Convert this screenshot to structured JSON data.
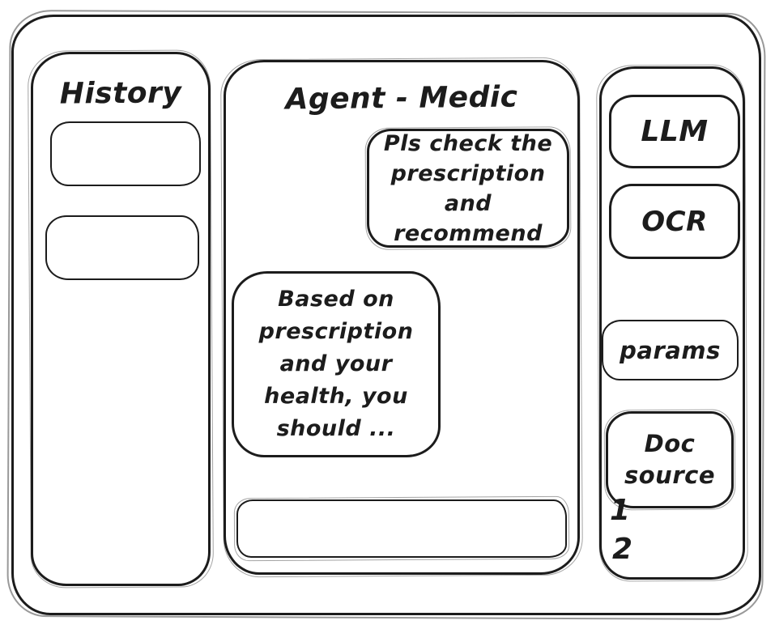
{
  "history_panel": {
    "title": "History",
    "items": [
      {
        "label": ""
      },
      {
        "label": ""
      }
    ]
  },
  "chat_panel": {
    "title": "Agent - Medic",
    "user_message": {
      "text": "Pls check the prescription and recommend",
      "lines": [
        "Pls check the",
        "prescription",
        "and recommend"
      ]
    },
    "agent_message": {
      "text": "Based on prescription and your health, you should ...",
      "lines": [
        "Based on",
        "prescription",
        "and your",
        "health, you",
        "should ..."
      ]
    },
    "composer": {
      "value": "",
      "placeholder": ""
    }
  },
  "tools_panel": {
    "llm_button": "LLM",
    "ocr_button": "OCR",
    "params_button": "params",
    "doc_source_button": {
      "text": "Doc source",
      "lines": [
        "Doc",
        "source"
      ]
    },
    "doc_source_items": [
      "1",
      "2"
    ]
  },
  "colors": {
    "ink": "#1c1c1c",
    "background": "#ffffff"
  }
}
